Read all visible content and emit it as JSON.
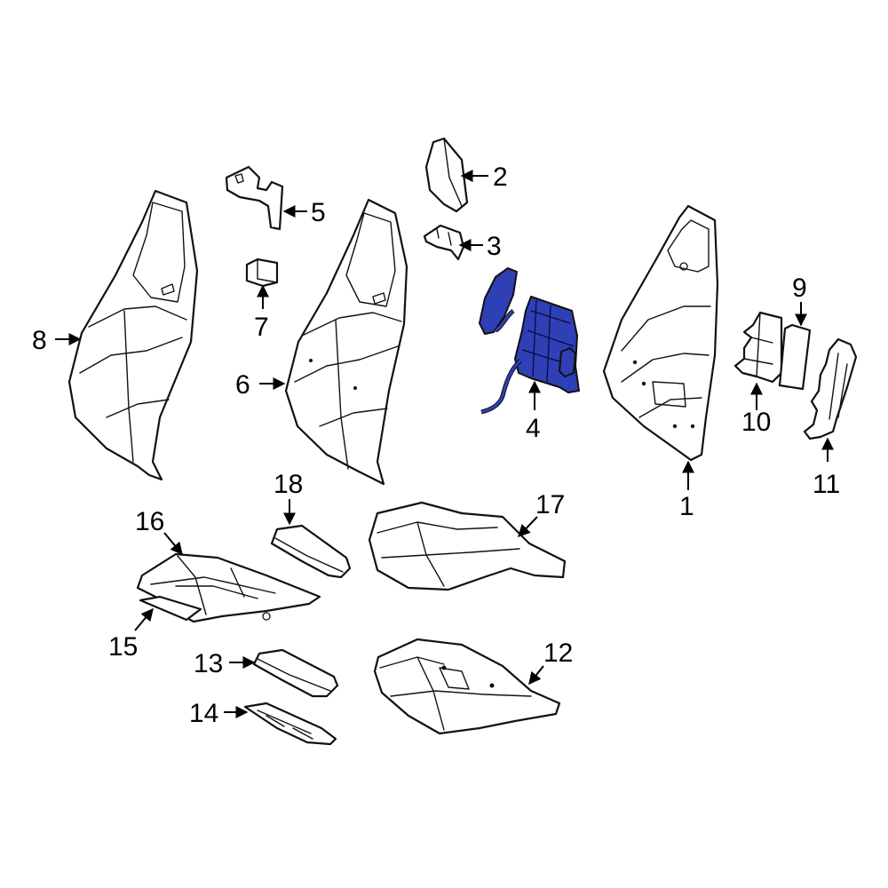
{
  "colors": {
    "highlight": "#2f3fb5",
    "outline": "#111111",
    "background": "#ffffff"
  },
  "callouts": {
    "c1": "1",
    "c2": "2",
    "c3": "3",
    "c4": "4",
    "c5": "5",
    "c6": "6",
    "c7": "7",
    "c8": "8",
    "c9": "9",
    "c10": "10",
    "c11": "11",
    "c12": "12",
    "c13": "13",
    "c14": "14",
    "c15": "15",
    "c16": "16",
    "c17": "17",
    "c18": "18"
  },
  "highlighted_part": "4"
}
